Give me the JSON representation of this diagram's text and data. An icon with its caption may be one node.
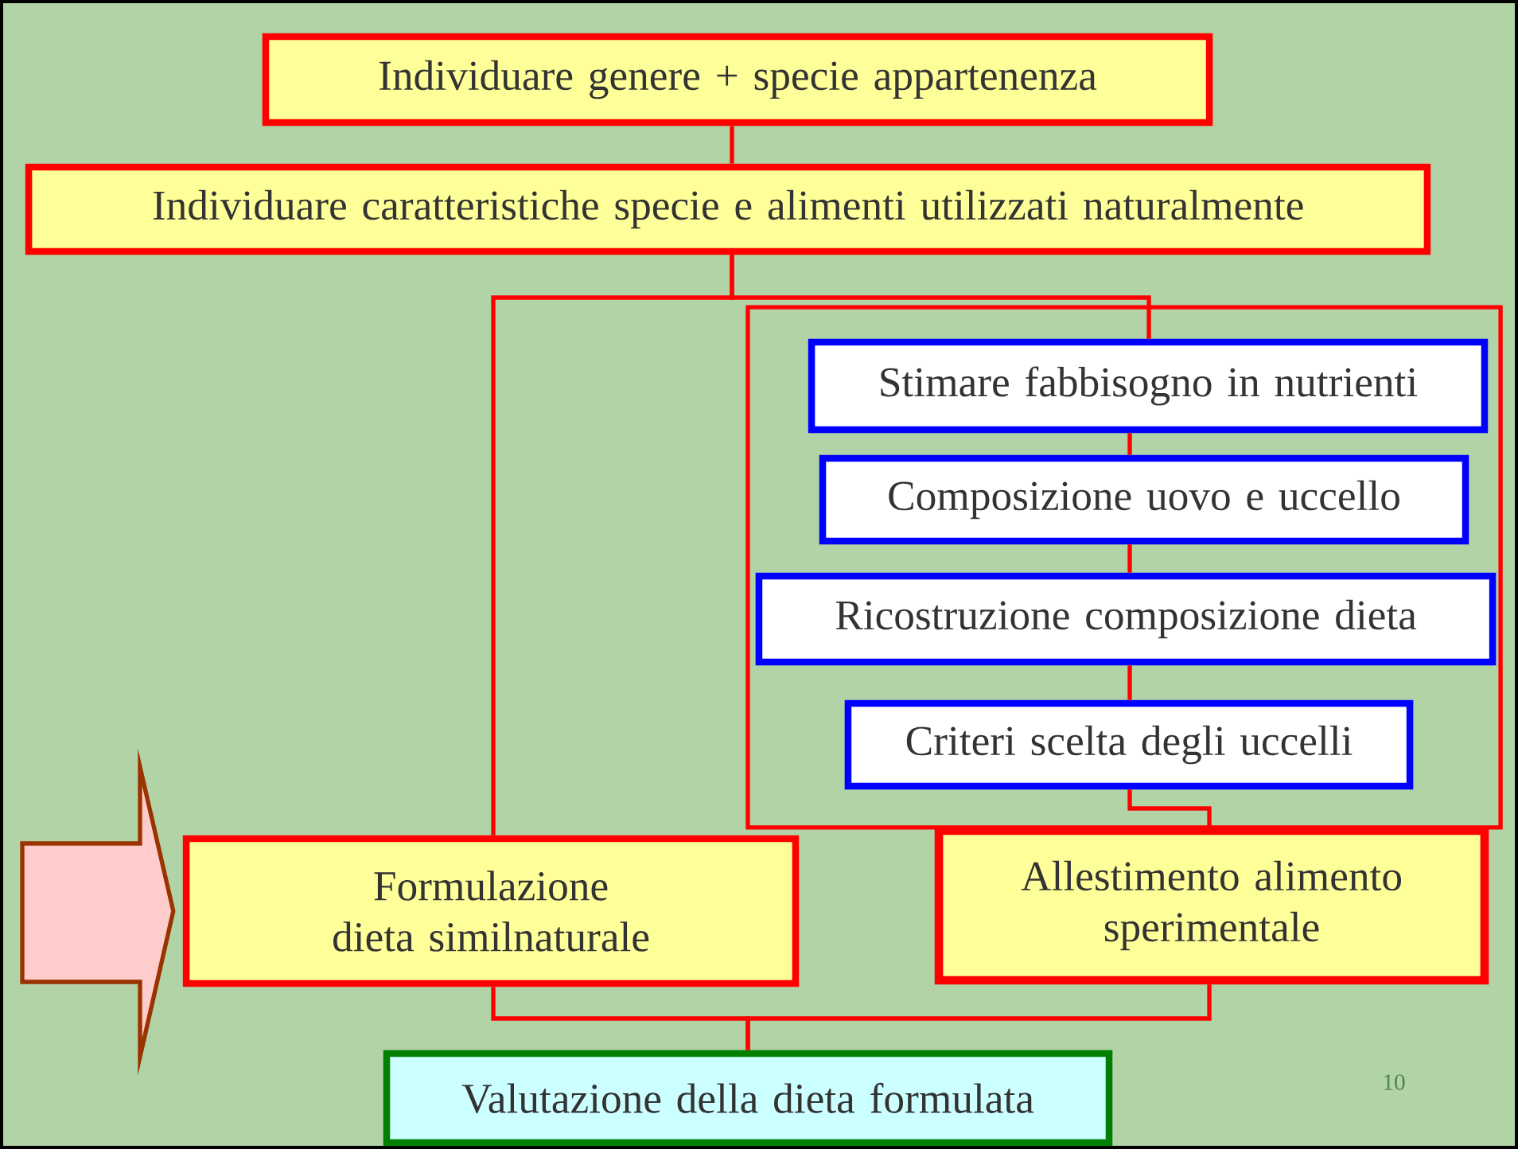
{
  "diagram": {
    "nodes": [
      {
        "text": [
          "Individuare genere + specie appartenenza"
        ]
      },
      {
        "text": [
          "Individuare caratteristiche specie e alimenti utilizzati naturalmente"
        ]
      },
      {
        "text": [],
        "shape": "box"
      },
      {
        "text": [
          "Stimare fabbisogno in nutrienti"
        ],
        "in": 2
      },
      {
        "text": [
          "Composizione uovo e uccello"
        ],
        "in": 2
      },
      {
        "text": [
          "Ricostruzione composizione dieta"
        ],
        "in": 2
      },
      {
        "text": [
          "Criteri scelta degli uccelli"
        ],
        "in": 2
      },
      {
        "text": [
          "Formulazione dieta similnaturale"
        ]
      },
      {
        "text": [
          "Allestimento alimento sperimentale"
        ]
      },
      {
        "text": [
          "Valutazione della dieta formulata"
        ]
      }
    ],
    "edges": [
      {
        "from": 0,
        "to": 1,
        "arrow": "none"
      },
      {
        "from": 1,
        "to": 7,
        "arrow": "none"
      },
      {
        "from": 1,
        "to": 3,
        "arrow": "none"
      },
      {
        "from": 3,
        "to": 4,
        "arrow": "none"
      },
      {
        "from": 4,
        "to": 5,
        "arrow": "none"
      },
      {
        "from": 5,
        "to": 6,
        "arrow": "none"
      },
      {
        "from": 6,
        "to": 8,
        "arrow": "none"
      },
      {
        "from": 7,
        "to": 9,
        "arrow": "none"
      },
      {
        "from": 8,
        "to": 9,
        "arrow": "none"
      },
      {
        "from": null,
        "to": 7,
        "arrow": "to",
        "style": "thick",
        "color": "#993300"
      }
    ],
    "labels": [
      "10"
    ]
  }
}
